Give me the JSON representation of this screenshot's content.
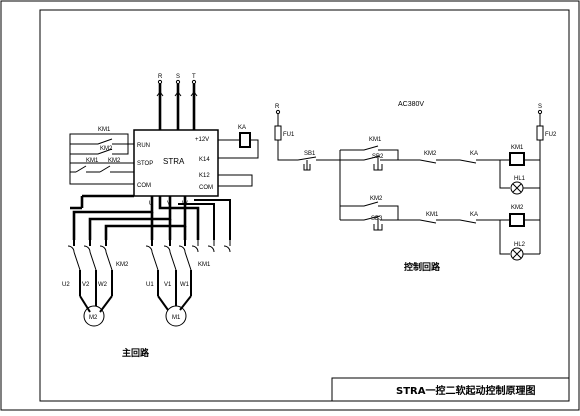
{
  "title_block": {
    "text": "STRA一控二软起动控制原理图"
  },
  "main_circuit": {
    "caption": "主回路",
    "supply": [
      "R",
      "S",
      "T"
    ],
    "controller": {
      "name": "STRA",
      "left_terminals": [
        "RUN",
        "STOP",
        "COM"
      ],
      "right_terminals": [
        "+12V",
        "K14",
        "K12",
        "COM"
      ],
      "bottom_terminals": [
        "U",
        "V",
        "W"
      ]
    },
    "relay": "KA",
    "run_contacts": [
      "KM1",
      "KM2"
    ],
    "stop_contacts": [
      "KM1",
      "KM2"
    ],
    "motor1": {
      "name": "M1",
      "phases": [
        "U1",
        "V1",
        "W1"
      ],
      "contactor": "KM1"
    },
    "motor2": {
      "name": "M2",
      "phases": [
        "U2",
        "V2",
        "W2"
      ],
      "contactor": "KM2"
    }
  },
  "control_circuit": {
    "caption": "控制回路",
    "voltage": "AC380V",
    "supply_left": "R",
    "supply_right": "S",
    "fuse_left": "FU1",
    "fuse_right": "FU2",
    "stop_button": "SB1",
    "branch1": {
      "start_button": "SB2",
      "hold_contact": "KM1",
      "interlock": "KM2",
      "relay_contact": "KA",
      "coil": "KM1",
      "lamp": "HL1"
    },
    "branch2": {
      "start_button": "SB3",
      "hold_contact": "KM2",
      "interlock": "KM1",
      "relay_contact": "KA",
      "coil": "KM2",
      "lamp": "HL2"
    }
  }
}
